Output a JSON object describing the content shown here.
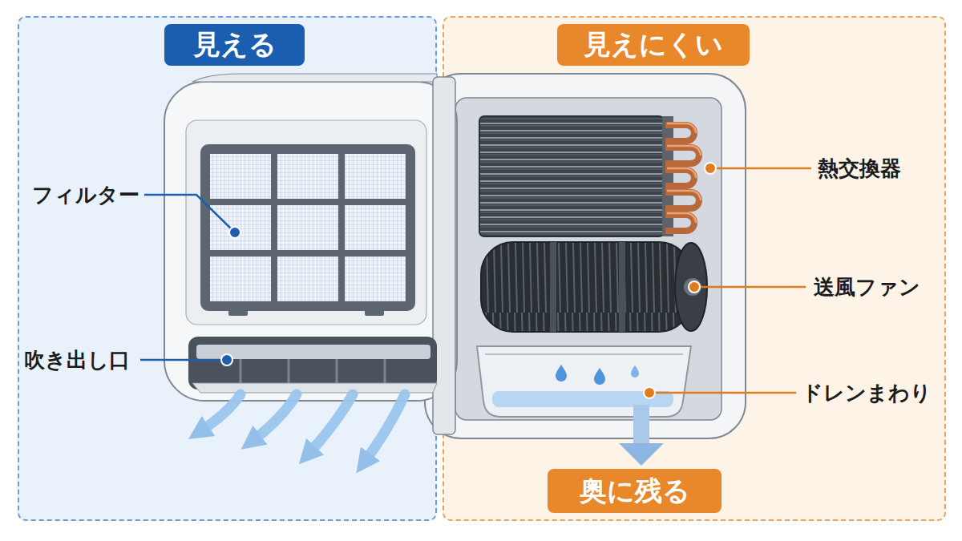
{
  "diagram": {
    "nodes": [
      {
        "text": [
          "見える"
        ]
      },
      {
        "text": [
          "見えにくい"
        ]
      },
      {
        "text": [
          "奥に残る"
        ],
        "in": 1
      }
    ],
    "labels": [
      "フィルター",
      "吹き出し口",
      "熱交換器",
      "送風ファン",
      "ドレンまわり"
    ]
  }
}
